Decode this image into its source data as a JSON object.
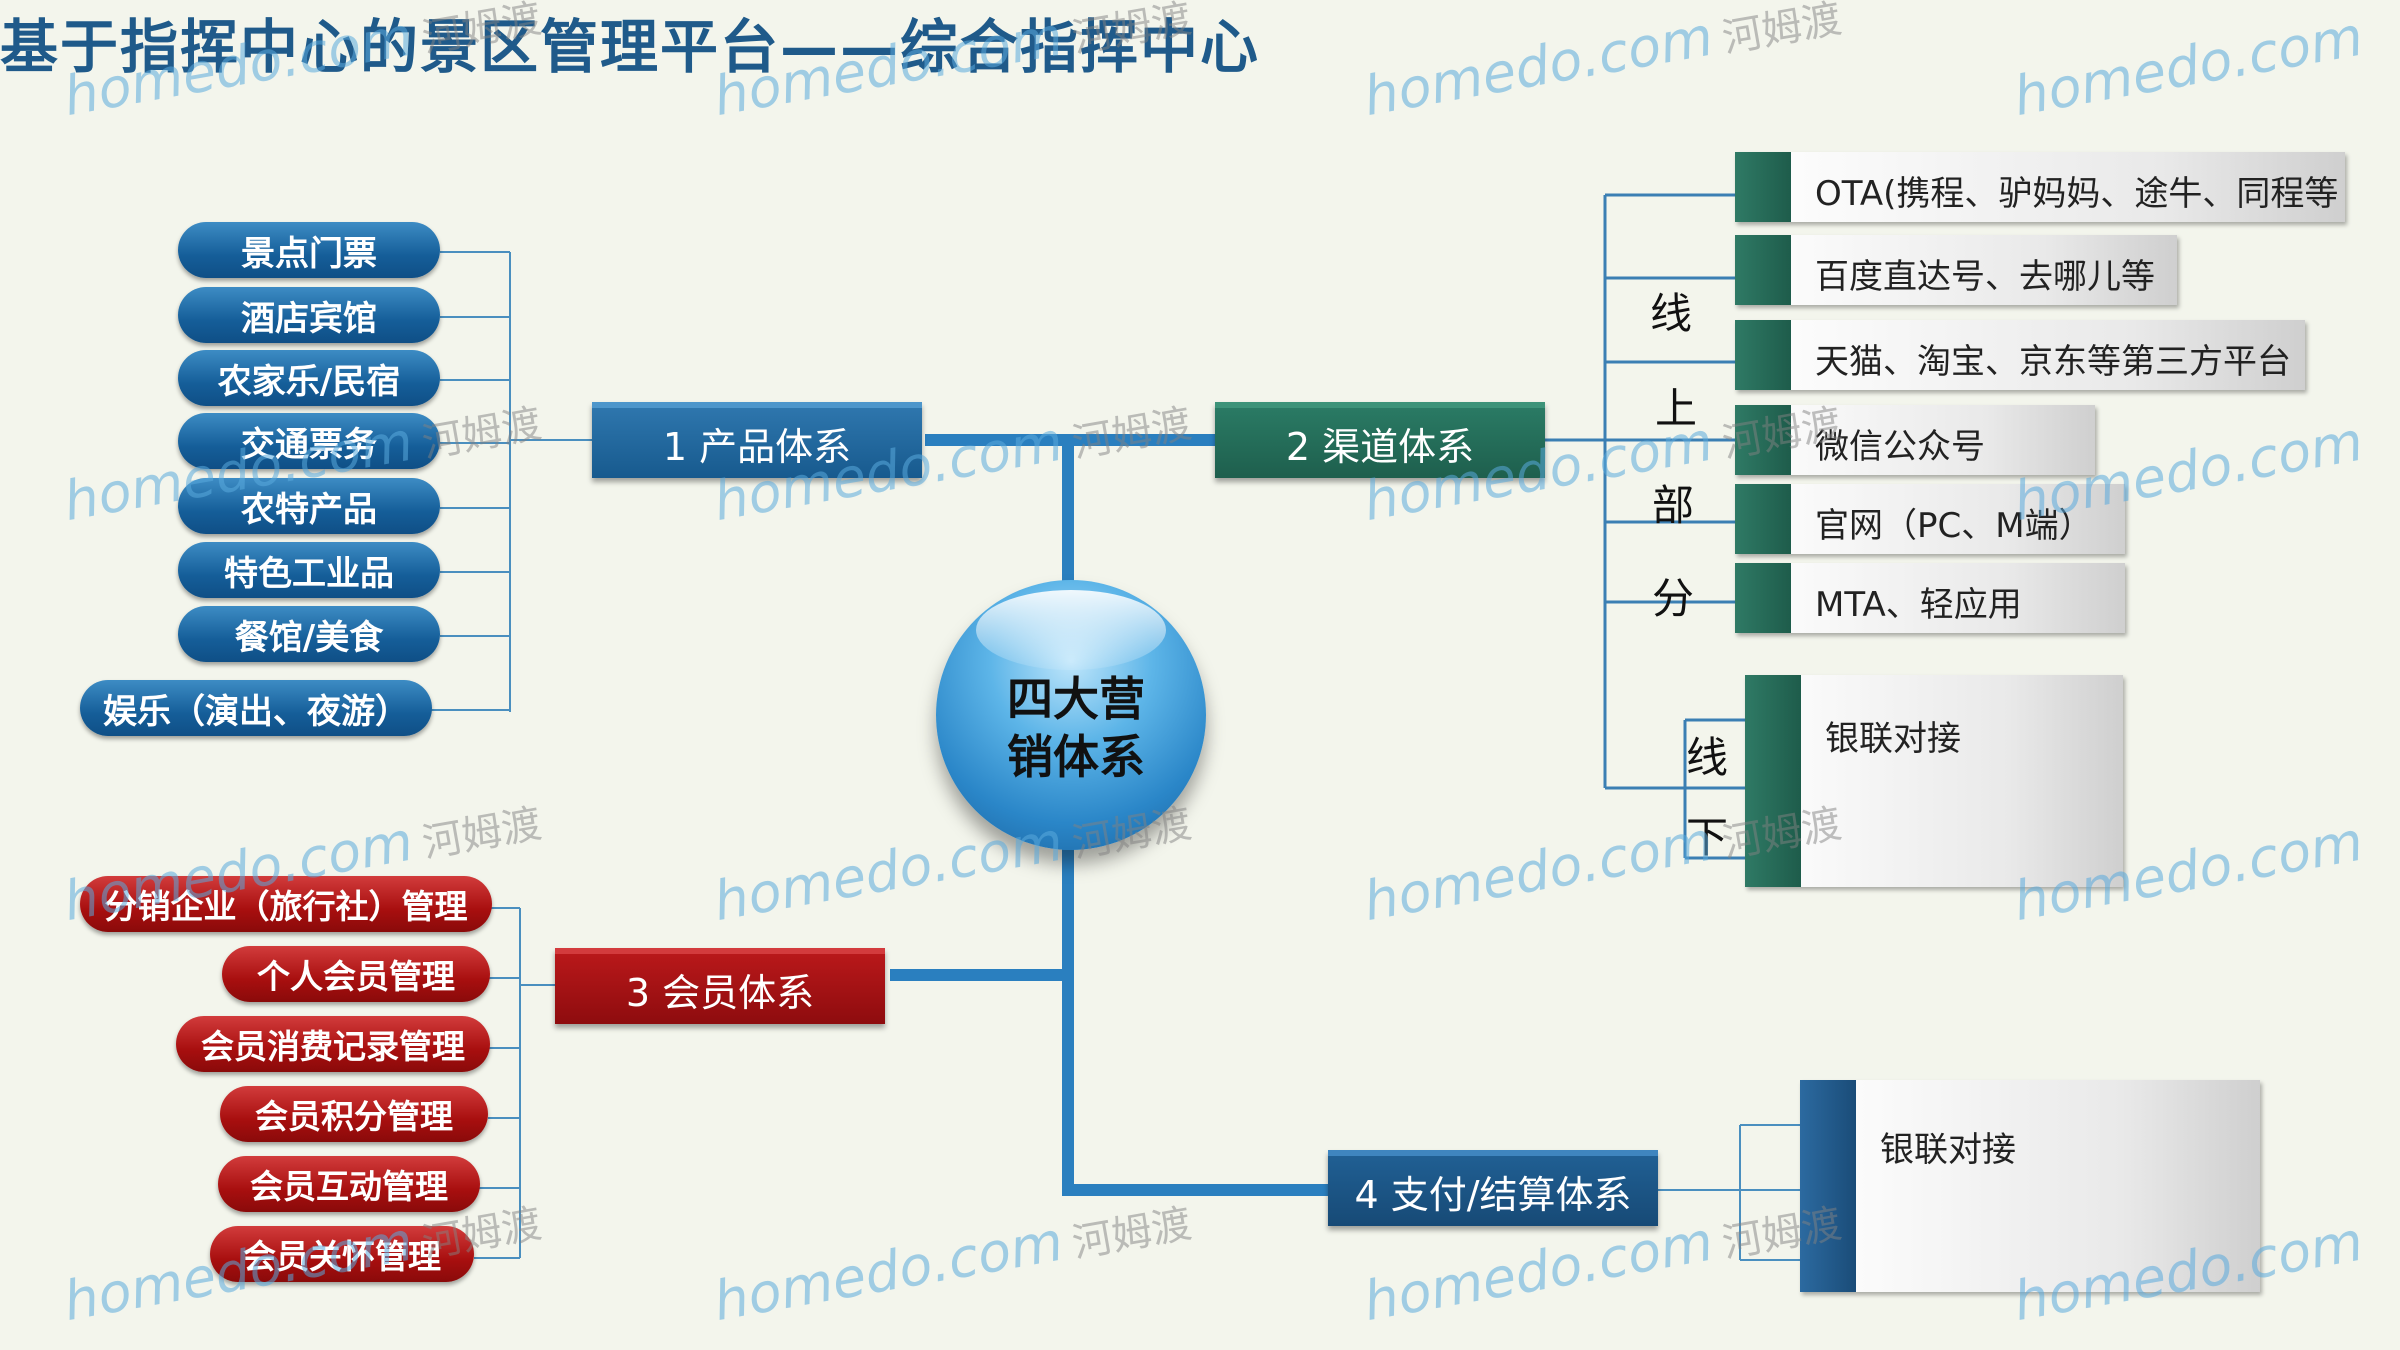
{
  "title": "基于指挥中心的景区管理平台——综合指挥中心",
  "center": {
    "label": "四大营销体系"
  },
  "hubs": {
    "product": "1 产品体系",
    "channel": "2 渠道体系",
    "member": "3 会员体系",
    "payment": "4 支付/结算体系"
  },
  "product_items": [
    "景点门票",
    "酒店宾馆",
    "农家乐/民宿",
    "交通票务",
    "农特产品",
    "特色工业品",
    "餐馆/美食",
    "娱乐（演出、夜游）"
  ],
  "member_items": [
    "分销企业（旅行社）管理",
    "个人会员管理",
    "会员消费记录管理",
    "会员积分管理",
    "会员互动管理",
    "会员关怀管理"
  ],
  "channel": {
    "online_label": [
      "线",
      "上",
      "部",
      "分"
    ],
    "offline_label": [
      "线",
      "下"
    ],
    "online_items": [
      "OTA(携程、驴妈妈、途牛、同程等",
      "百度直达号、去哪儿等",
      "天猫、淘宝、京东等第三方平台",
      "微信公众号",
      "官网（PC、M端）",
      "MTA、轻应用"
    ],
    "offline_items": [
      "银联对接"
    ]
  },
  "payment_items": [
    "银联对接"
  ],
  "watermark": {
    "text": "homedo.com",
    "cn": "河姆渡"
  },
  "colors": {
    "blue": "#155e99",
    "green": "#1e5f4d",
    "red": "#a80f0f",
    "title": "#1f5a8a",
    "line": "#2a7fbf"
  }
}
